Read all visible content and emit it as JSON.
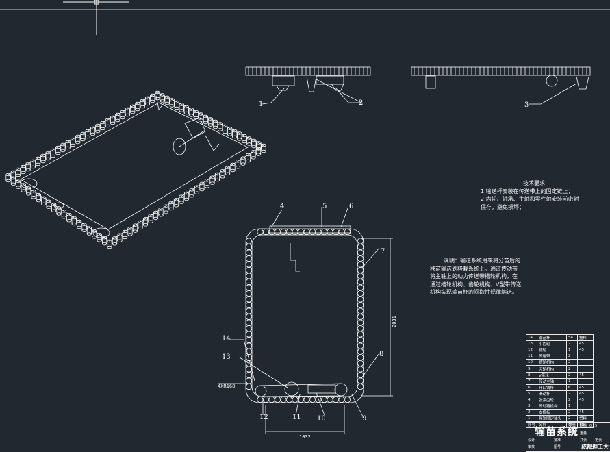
{
  "callouts": [
    "1",
    "2",
    "3",
    "4",
    "5",
    "6",
    "7",
    "8",
    "9",
    "10",
    "11",
    "12",
    "13",
    "14"
  ],
  "dimensions": {
    "height": "2031",
    "width": "1032",
    "radius": "4XR168"
  },
  "tech_requirements": {
    "title": "技术要求",
    "lines": [
      "1.输送杆安装在传送带上的固定链上；",
      "2.齿轮、轴承、主轴和零件轴安装前密封",
      "保存，避免损坏；"
    ]
  },
  "description": {
    "lines": [
      "说明：输送系统用来将分苗后的",
      "秧苗输送到移栽系统上。通过传动带",
      "将主轴上的动力传送带槽轮机构，在",
      "通过槽轮机构、齿轮机构、V型带传送",
      "机构实现输苗杯的间歇性规律输送。"
    ]
  },
  "bom": {
    "rows": [
      [
        "14",
        "输苗杯",
        "54",
        "塑料"
      ],
      [
        "13",
        "小齿轮",
        "2",
        "45"
      ],
      [
        "12",
        "链轮",
        "1",
        "45"
      ],
      [
        "11",
        "传送带",
        "2",
        ""
      ],
      [
        "10",
        "槽轮机构",
        "2",
        ""
      ],
      [
        "9",
        "齿轮机构",
        "2",
        ""
      ],
      [
        "8",
        "V带轮",
        "2",
        "45"
      ],
      [
        "7",
        "传动主轴",
        "1",
        ""
      ],
      [
        "6",
        "开口销杆",
        "6",
        "45"
      ],
      [
        "5",
        "滑动杆",
        "2",
        "45"
      ],
      [
        "4",
        "张紧齿轮",
        "2",
        "45"
      ],
      [
        "3",
        "传动链机构",
        "1",
        ""
      ],
      [
        "2",
        "支撑板",
        "2",
        "45"
      ],
      [
        "1",
        "导轨固定轴头",
        "2",
        "塑料"
      ]
    ],
    "header": [
      "序号",
      "名称",
      "数量",
      "材料"
    ]
  },
  "title_block": {
    "name": "输苗系统",
    "scale": "0.15",
    "cells": [
      "设计",
      "审核",
      "批准",
      "图号",
      "比例",
      "重量",
      "共张",
      "第张"
    ],
    "school": "成都理工大"
  }
}
